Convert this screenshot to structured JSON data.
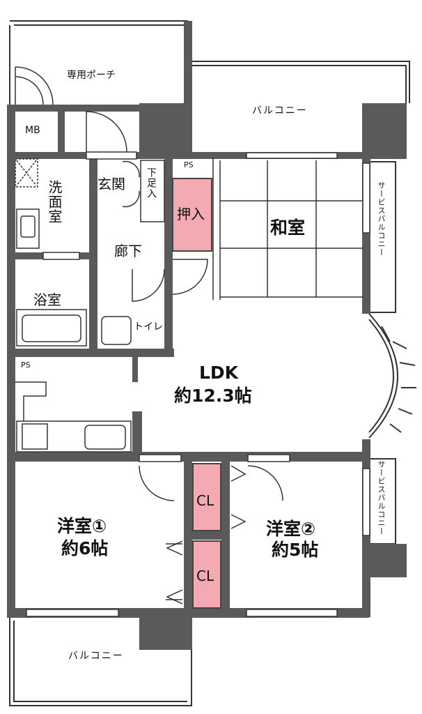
{
  "rooms": {
    "porch": "専用ポーチ",
    "mb": "MB",
    "balcony_top": "バルコニー",
    "washroom": "洗面室",
    "entrance": "玄関",
    "shoe_box": "下足入",
    "ps_top": "PS",
    "closet_oshiire": "押入",
    "washitsu": "和室",
    "hallway": "廊下",
    "service_balcony_right": "サービスバルコニー",
    "bath": "浴室",
    "toilet": "トイレ",
    "ps_left": "PS",
    "ldk_name": "LDK",
    "ldk_size": "約12.3帖",
    "western1_name": "洋室①",
    "western1_size": "約6帖",
    "cl_top": "CL",
    "cl_bottom": "CL",
    "western2_name": "洋室②",
    "western2_size": "約5帖",
    "service_balcony_right2": "サービスバルコニー",
    "balcony_bottom": "バルコニー"
  },
  "colors": {
    "wall": "#5a5a5a",
    "closet_fill": "#f4aab2"
  }
}
